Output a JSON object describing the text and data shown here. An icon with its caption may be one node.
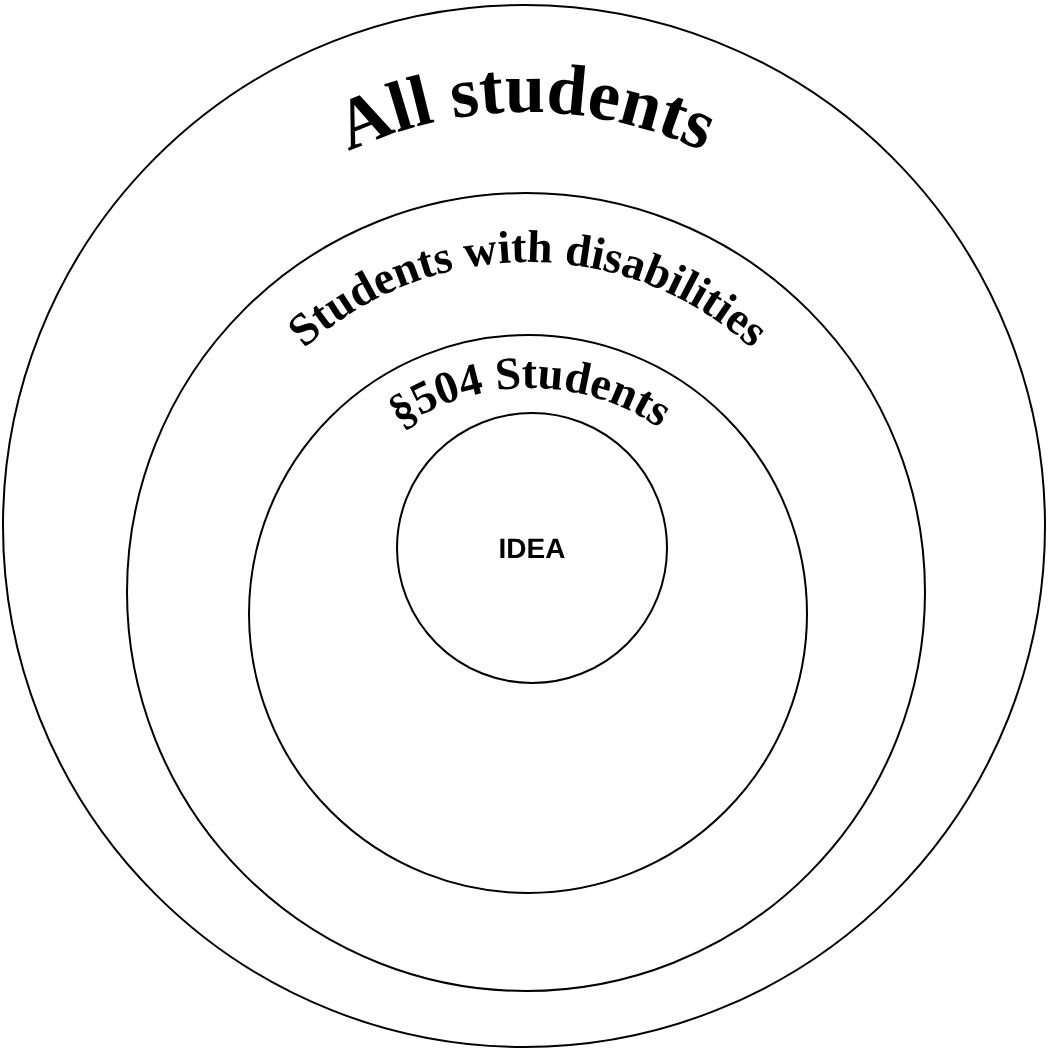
{
  "diagram": {
    "nodes": [
      {
        "text": [
          "All students"
        ]
      },
      {
        "text": [
          "Students with disabilities"
        ],
        "in": 0
      },
      {
        "text": [
          "§504 Students"
        ],
        "in": 1
      },
      {
        "text": [
          "IDEA"
        ],
        "in": 2
      }
    ]
  }
}
